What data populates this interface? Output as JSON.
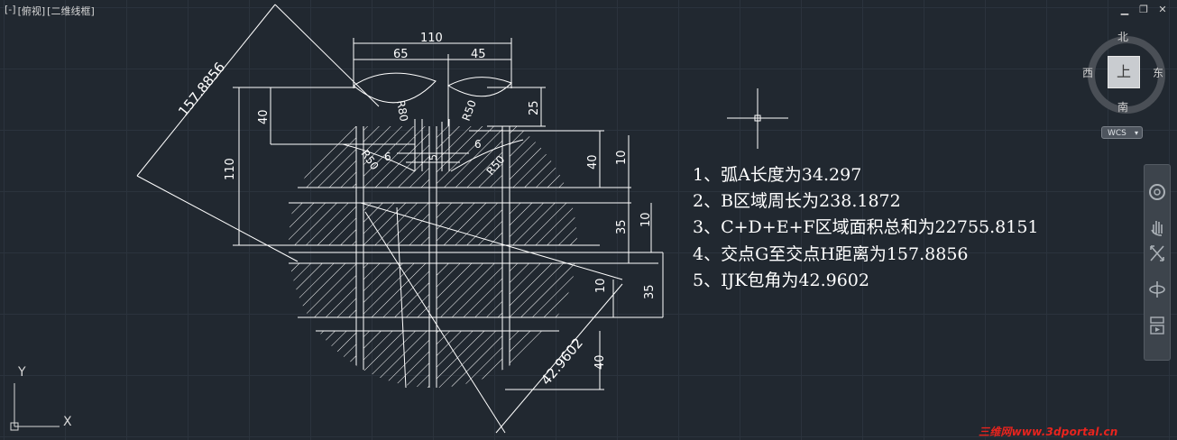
{
  "viewport": {
    "labels": [
      "[-]",
      "[俯视]",
      "[二维线框]"
    ]
  },
  "window_controls": [
    "minimize-icon",
    "restore-icon",
    "close-icon"
  ],
  "dimensions": {
    "top_width": "110",
    "top_left": "65",
    "top_right": "45",
    "left_height": "110",
    "left_upper": "40",
    "right_25": "25",
    "right_40": "40",
    "right_10a": "10",
    "right_35a": "35",
    "right_10b": "10",
    "right_35b": "35",
    "right_10c": "10",
    "bottom_40": "40",
    "radius_r80": "R80",
    "radius_r50a": "R50",
    "radius_r50b": "R50",
    "radius_r50c": "R50",
    "offset_6a": "6",
    "offset_6b": "6",
    "offset_5": "5",
    "diag_top": "157.8856",
    "diag_bottom": "42.9602"
  },
  "notes": [
    "1、弧A长度为34.297",
    "2、B区域周长为238.1872",
    "3、C+D+E+F区域面积总和为22755.8151",
    "4、交点G至交点H距离为157.8856",
    "5、IJK包角为42.9602"
  ],
  "viewcube": {
    "face": "上",
    "north": "北",
    "south": "南",
    "east": "东",
    "west": "西",
    "wcs": "WCS"
  },
  "navbar": [
    "steering-wheel-icon",
    "pan-icon",
    "zoom-icon",
    "orbit-icon",
    "showmotion-icon"
  ],
  "ucs": {
    "x": "X",
    "y": "Y"
  },
  "watermark": "三维网www.3dportal.cn",
  "colors": {
    "background": "#212830",
    "grid": "#2b333d",
    "geometry": "#ffffff",
    "watermark": "#e8241e"
  }
}
